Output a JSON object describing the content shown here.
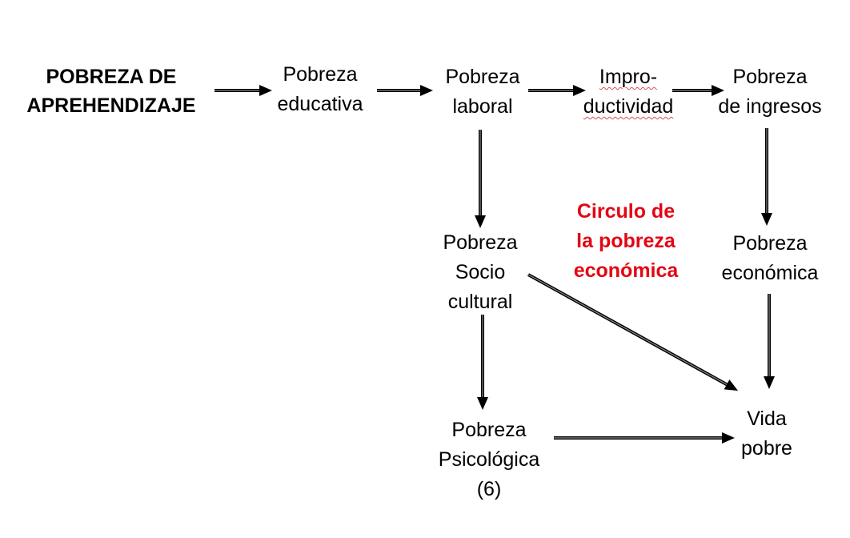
{
  "diagram": {
    "title_node": {
      "lines": [
        "POBREZA DE",
        "APREHENDIZAJE"
      ]
    },
    "nodes": {
      "educativa": {
        "lines": [
          "Pobreza",
          "educativa"
        ]
      },
      "laboral": {
        "lines": [
          "Pobreza",
          "laboral"
        ]
      },
      "improductividad": {
        "lines": [
          "Impro-",
          "ductividad"
        ]
      },
      "ingresos": {
        "lines": [
          "Pobreza",
          "de ingresos"
        ]
      },
      "sociocultural": {
        "lines": [
          "Pobreza",
          "Socio",
          "cultural"
        ]
      },
      "economica": {
        "lines": [
          "Pobreza",
          "económica"
        ]
      },
      "psicologica": {
        "lines": [
          "Pobreza",
          "Psicológica",
          "(6)"
        ]
      },
      "vida_pobre": {
        "lines": [
          "Vida",
          "pobre"
        ]
      }
    },
    "annotation": {
      "lines": [
        "Circulo de",
        "la pobreza",
        "económica"
      ],
      "color": "#e30613"
    },
    "edges": [
      {
        "from": "aprehendizaje",
        "to": "educativa"
      },
      {
        "from": "educativa",
        "to": "laboral"
      },
      {
        "from": "laboral",
        "to": "improductividad"
      },
      {
        "from": "improductividad",
        "to": "ingresos"
      },
      {
        "from": "laboral",
        "to": "sociocultural"
      },
      {
        "from": "ingresos",
        "to": "economica"
      },
      {
        "from": "sociocultural",
        "to": "psicologica"
      },
      {
        "from": "sociocultural",
        "to": "vida_pobre"
      },
      {
        "from": "economica",
        "to": "vida_pobre"
      },
      {
        "from": "psicologica",
        "to": "vida_pobre"
      }
    ]
  }
}
